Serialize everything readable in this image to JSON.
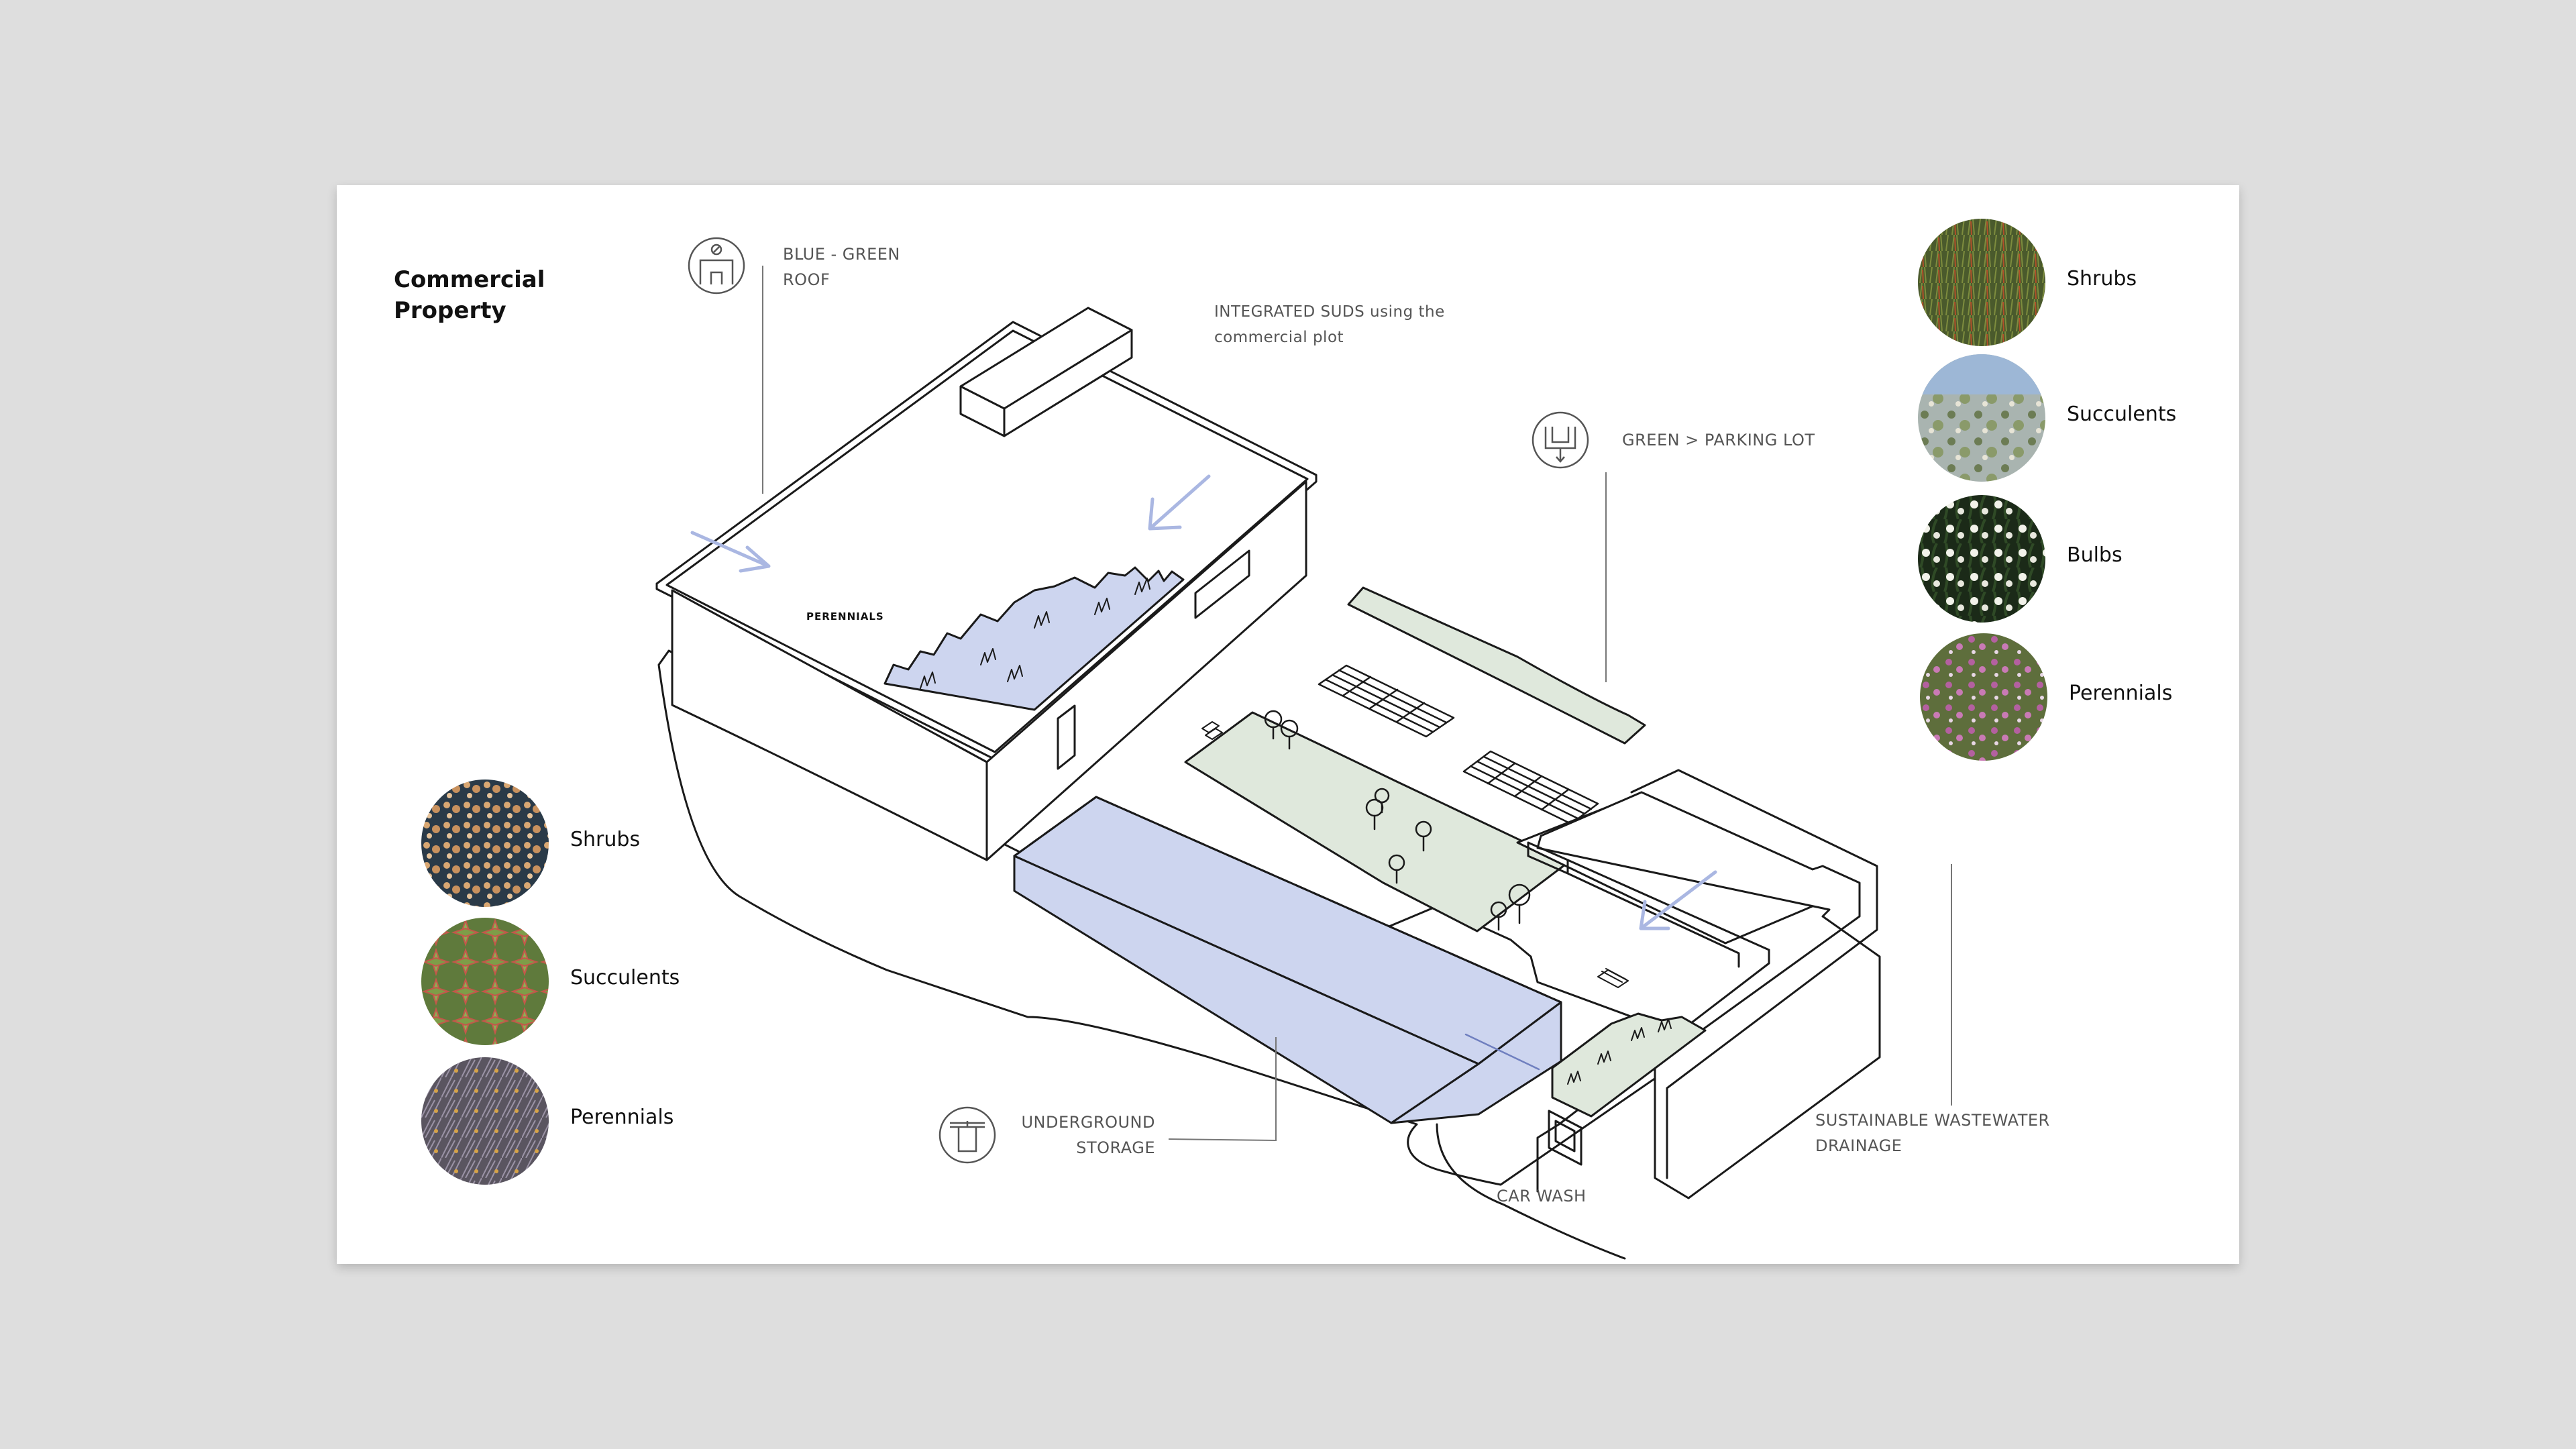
{
  "title": {
    "line1": "Commercial",
    "line2": "Property"
  },
  "labels": {
    "blue_green_roof": {
      "line1": "BLUE - GREEN",
      "line2": "ROOF"
    },
    "integrated_suds": {
      "line1": "INTEGRATED SUDS using the",
      "line2": "commercial plot"
    },
    "green_parking": "GREEN > PARKING LOT",
    "underground_storage": {
      "line1": "UNDERGROUND",
      "line2": "STORAGE"
    },
    "sustainable_drainage": {
      "line1": "SUSTAINABLE WASTEWATER",
      "line2": "DRAINAGE"
    },
    "car_wash": "CAR WASH",
    "perennials_roof": "PERENNIALS"
  },
  "icons": {
    "roof": "roof-building-icon",
    "parking": "parking-drain-icon",
    "storage": "water-tank-icon"
  },
  "plants_left": [
    {
      "name": "Shrubs",
      "image": "shrubs-photo"
    },
    {
      "name": "Succulents",
      "image": "succulents-photo"
    },
    {
      "name": "Perennials",
      "image": "perennials-photo"
    }
  ],
  "plants_right": [
    {
      "name": "Shrubs",
      "image": "shrubs-photo"
    },
    {
      "name": "Succulents",
      "image": "succulents-photo"
    },
    {
      "name": "Bulbs",
      "image": "bulbs-photo"
    },
    {
      "name": "Perennials",
      "image": "perennials-photo"
    }
  ],
  "colors": {
    "page_background": "#dedede",
    "sheet": "#ffffff",
    "blue_fill": "#cdd5ef",
    "blue_arrow": "#aab7e2",
    "green_fill": "#dfe8dc",
    "line": "#1a1a1a",
    "leader_line": "#777777"
  }
}
